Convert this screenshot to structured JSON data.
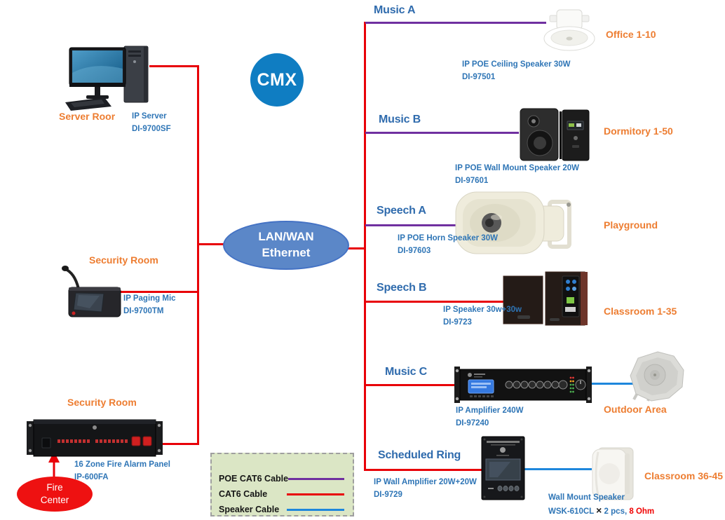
{
  "brand": {
    "logo_text": "CMX"
  },
  "network": {
    "line1": "LAN/WAN",
    "line2": "Ethernet"
  },
  "left_devices": {
    "server": {
      "room": "Server Roor",
      "name": "IP Server",
      "model": "DI-9700SF"
    },
    "mic": {
      "room": "Security Room",
      "name": "IP Paging Mic",
      "model": "DI-9700TM"
    },
    "panel": {
      "room": "Security Room",
      "name": "16 Zone Fire Alarm Panel",
      "model": "IP-600FA"
    }
  },
  "fire_center": {
    "line1": "Fire",
    "line2": "Center"
  },
  "zones": [
    {
      "title": "Music A",
      "device": "IP  POE Ceiling Speaker 30W",
      "model": "DI-97501",
      "location": "Office 1-10",
      "cable": "POE CAT6"
    },
    {
      "title": "Music B",
      "device": "IP  POE Wall Mount Speaker 20W",
      "model": "DI-97601",
      "location": "Dormitory 1-50",
      "cable": "POE CAT6"
    },
    {
      "title": "Speech A",
      "device": "IP  POE Horn Speaker 30W",
      "model": "DI-97603",
      "location": "Playground",
      "cable": "POE CAT6"
    },
    {
      "title": "Speech B",
      "device": "IP Speaker 30w+30w",
      "model": "DI-9723",
      "location": "Classroom 1-35",
      "cable": "CAT6"
    },
    {
      "title": "Music C",
      "device": "IP Amplifier 240W",
      "model": "DI-97240",
      "location": "Outdoor Area",
      "cable": "CAT6"
    },
    {
      "title": "Scheduled Ring",
      "device": "IP Wall Amplifier 20W+20W",
      "model": "DI-9729",
      "location": "Classroom 36-45",
      "cable": "CAT6",
      "secondary": {
        "name": "Wall Mount Speaker",
        "model": "WSK-610CL",
        "times": "×",
        "qty": " 2 pcs,",
        "impedance": " 8 Ohm"
      }
    }
  ],
  "legend": {
    "items": [
      {
        "label": "POE CAT6 Cable",
        "color": "#7030A0"
      },
      {
        "label": "CAT6 Cable",
        "color": "#E80008"
      },
      {
        "label": "Speaker Cable",
        "color": "#1E87DC"
      }
    ]
  },
  "colors": {
    "cat6_red": "#E80008",
    "poe_purple": "#7030A0",
    "speaker_blue": "#1E87DC",
    "location_orange": "#ED7D31",
    "device_text_blue": "#2E75B6",
    "network_ellipse": "#5B87C8",
    "cmx_logo": "#0F7DC2",
    "fire_center_red": "#EE1111",
    "legend_bg": "#DBE6C5"
  }
}
